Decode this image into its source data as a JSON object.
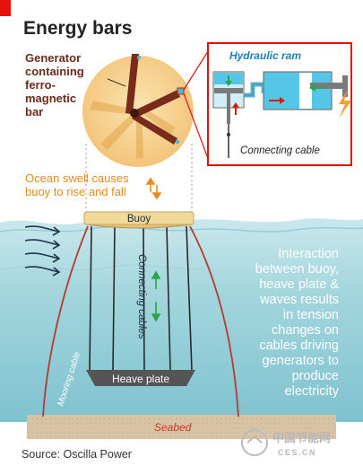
{
  "title": "Energy bars",
  "generator_label": [
    "Generator",
    "containing",
    "ferro-",
    "magnetic",
    "bar"
  ],
  "hydraulic_ram_label": "Hydraulic ram",
  "connecting_cable_inset_label": "Connecting cable",
  "ocean_swell_label": [
    "Ocean swell causes",
    "buoy to rise and fall"
  ],
  "buoy_label": "Buoy",
  "connecting_cables_label": "Connecting cables",
  "mooring_cable_label": "Mooring cable",
  "heave_plate_label": "Heave plate",
  "seabed_label": "Seabed",
  "interaction_text": [
    "Interaction",
    "between buoy,",
    "heave plate &",
    "waves results",
    "in tension",
    "changes on",
    "cables driving",
    "generators to",
    "produce",
    "electricity"
  ],
  "source": "Source: Oscilla Power",
  "watermark": {
    "text": "中国节能网",
    "subtext": "CES.CN"
  },
  "colors": {
    "accent_red": "#e3120b",
    "orange": "#f29f35",
    "water": "#a8d8e0",
    "ram_blue": "#56c6e6",
    "seabed": "#d9c3a5",
    "heave_plate": "#555555",
    "buoy": "#f0d99a"
  }
}
